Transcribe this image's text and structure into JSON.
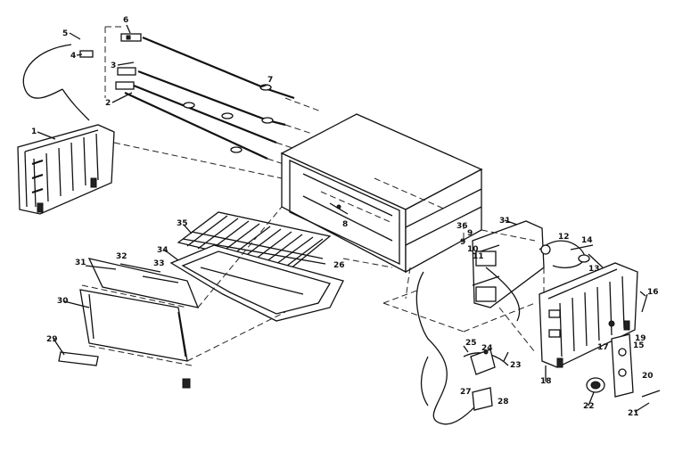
{
  "diagram": {
    "callouts": [
      "1",
      "2",
      "3",
      "4",
      "5",
      "6",
      "7",
      "8",
      "9",
      "10",
      "11",
      "12",
      "13",
      "14",
      "15",
      "16",
      "17",
      "18",
      "19",
      "20",
      "21",
      "22",
      "23",
      "24",
      "25",
      "26",
      "27",
      "28",
      "29",
      "30",
      "31",
      "31",
      "32",
      "33",
      "34",
      "35",
      "36",
      "9"
    ]
  }
}
